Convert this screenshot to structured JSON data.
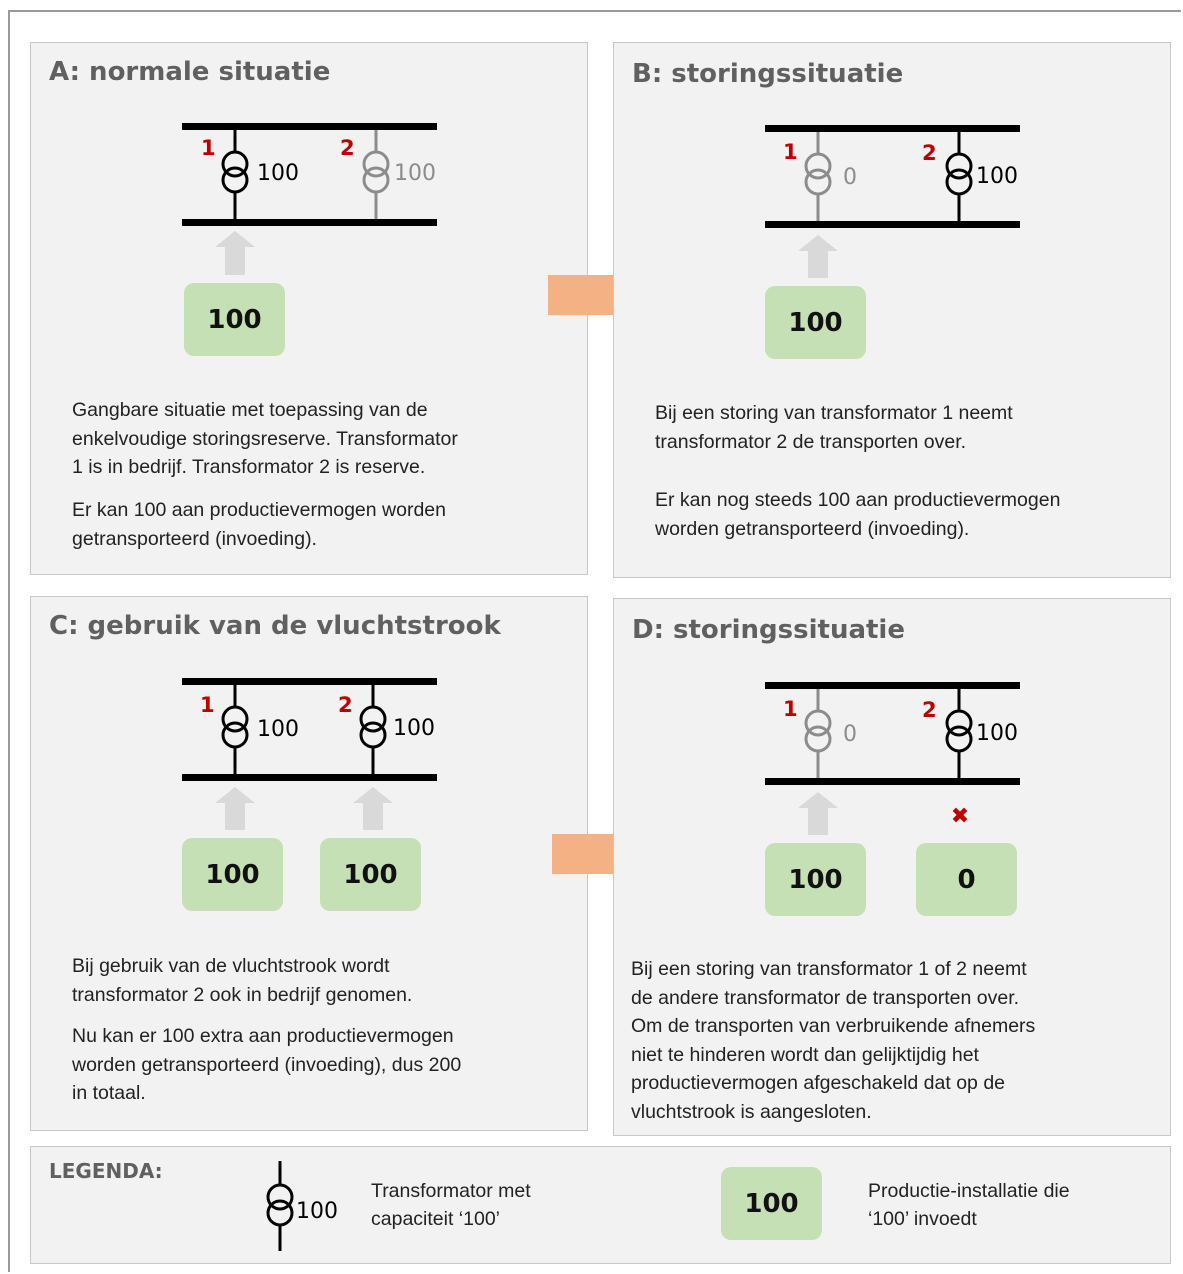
{
  "panel_a": {
    "title": "A: normale situatie",
    "t1": {
      "number": "1",
      "capacity": "100"
    },
    "t2": {
      "number": "2",
      "capacity": "100"
    },
    "box": "100",
    "desc1": [
      "Gangbare situatie met toepassing van de",
      "enkelvoudige storingsreserve. Transformator",
      "1 is in bedrijf. Transformator 2 is reserve."
    ],
    "desc2": [
      "Er kan 100 aan productievermogen worden",
      "getransporteerd (invoeding)."
    ]
  },
  "panel_b": {
    "title": "B: storingssituatie",
    "t1": {
      "number": "1",
      "capacity": "0"
    },
    "t2": {
      "number": "2",
      "capacity": "100"
    },
    "box": "100",
    "desc1": [
      "Bij een storing van transformator 1 neemt",
      "transformator 2 de transporten over."
    ],
    "desc2": [
      "Er kan nog steeds 100 aan productievermogen",
      "worden getransporteerd (invoeding)."
    ]
  },
  "panel_c": {
    "title": "C: gebruik van de vluchtstrook",
    "t1": {
      "number": "1",
      "capacity": "100"
    },
    "t2": {
      "number": "2",
      "capacity": "100"
    },
    "box1": "100",
    "box2": "100",
    "desc1": [
      "Bij gebruik van de vluchtstrook wordt",
      "transformator 2 ook in bedrijf genomen."
    ],
    "desc2": [
      "Nu kan er 100 extra aan productievermogen",
      "worden getransporteerd (invoeding), dus 200",
      "in totaal."
    ]
  },
  "panel_d": {
    "title": "D: storingssituatie",
    "t1": {
      "number": "1",
      "capacity": "0"
    },
    "t2": {
      "number": "2",
      "capacity": "100"
    },
    "box1": "100",
    "box2": "0",
    "blocked_mark": "✖",
    "desc1": [
      "Bij een storing van transformator 1 of 2 neemt",
      "de andere transformator de transporten over.",
      "Om de transporten van verbruikende afnemers",
      "niet te hinderen wordt dan gelijktijdig het",
      "productievermogen afgeschakeld dat op de",
      "vluchtstrook is aangesloten."
    ]
  },
  "legend": {
    "title": "LEGENDA:",
    "transformer_capacity": "100",
    "transformer_text": [
      "Transformator met",
      "capaciteit ‘100’"
    ],
    "box": "100",
    "box_text": [
      "Productie-installatie die",
      "‘100’ invoedt"
    ]
  },
  "colors": {
    "active": "#000000",
    "inactive": "#8c8c8c",
    "feed_arrow": "#d9d9d9",
    "transition_arrow": "#f4b183",
    "box": "#c5e0b4",
    "number_red": "#c00000",
    "blocked_red": "#c00000"
  },
  "icons": [
    "transformer-icon",
    "feed-arrow-icon",
    "transition-arrow-icon",
    "blocked-x-icon"
  ]
}
